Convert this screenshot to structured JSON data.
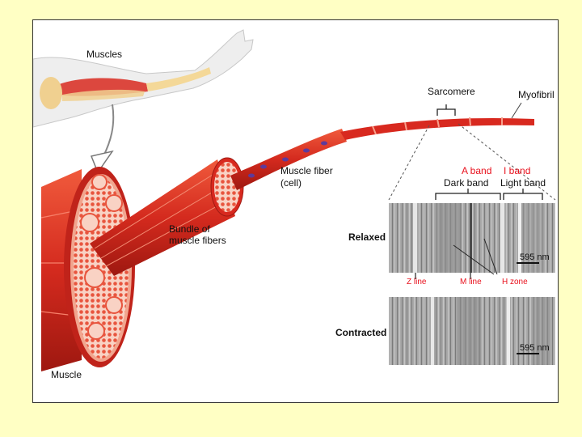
{
  "labels": {
    "muscles": "Muscles",
    "sarcomere": "Sarcomere",
    "myofibril": "Myofibril",
    "muscle_fiber_line1": "Muscle fiber",
    "muscle_fiber_line2": "(cell)",
    "bundle_line1": "Bundle of",
    "bundle_line2": "muscle fibers",
    "muscle": "Muscle",
    "a_band": "A band",
    "i_band": "I band",
    "dark_band": "Dark band",
    "light_band": "Light band",
    "relaxed": "Relaxed",
    "contracted": "Contracted",
    "scale_relaxed": "595 nm",
    "scale_contracted": "595 nm",
    "z_line": "Z line",
    "m_line": "M line",
    "h_zone": "H zone"
  },
  "colors": {
    "background": "#ffffc4",
    "muscle_red": "#d8291f",
    "label_red": "#e8101c"
  }
}
